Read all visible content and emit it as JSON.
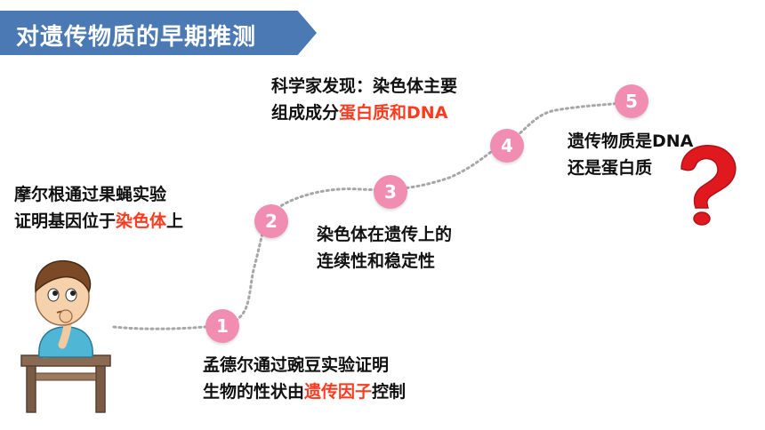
{
  "title": "对遗传物质的早期推测",
  "steps": [
    {
      "number": "1",
      "line1": "孟德尔通过豌豆实验证明",
      "line2_pre": "生物的性状由",
      "line2_hl": "遗传因子",
      "line2_post": "控制"
    },
    {
      "number": "2",
      "line1": "摩尔根通过果蝇实验",
      "line2_pre": "证明基因位于",
      "line2_hl": "染色体",
      "line2_post": "上"
    },
    {
      "number": "3",
      "line1": "染色体在遗传上的",
      "line2": "连续性和稳定性"
    },
    {
      "number": "4",
      "line1": "科学家发现：染色体主要",
      "line2_pre": "组成成分",
      "line2_hl": "蛋白质和DNA"
    },
    {
      "number": "5",
      "line1": "遗传物质是DNA",
      "line2": "还是蛋白质"
    }
  ],
  "colors": {
    "banner": "#4a79b4",
    "step_circle": "#f08db0",
    "highlight": "#ff3b1f",
    "question_mark": "#e0191f"
  },
  "icons": {
    "question": "question-mark-icon",
    "boy": "thinking-boy-illustration"
  }
}
